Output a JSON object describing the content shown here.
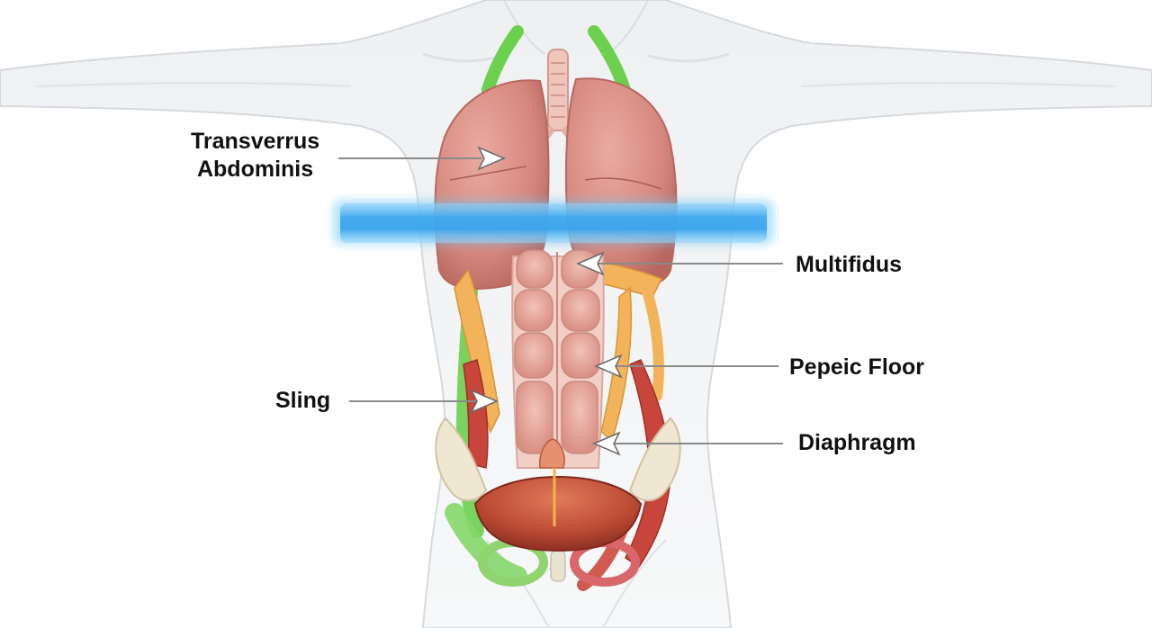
{
  "labels": {
    "transversus_line1": "Transverrus",
    "transversus_line2": "Abdominis",
    "multifidus": "Multifidus",
    "pelvic_floor": "Pepeic Floor",
    "sling": "Sling",
    "diaphragm": "Diaphragm"
  },
  "colors": {
    "background": "#ffffff",
    "body_outline": "#d9dde0",
    "lung": "#d88a82",
    "muscle": "#e0a49a",
    "oblique": "#f2b35a",
    "sling_green": "#6ccf4e",
    "red_muscle": "#c8453c",
    "pelvic_bowl": "#c2553a",
    "blue_band": "#4ab4f0",
    "leader_line": "#8a8a8a",
    "label_text": "#111111"
  },
  "icons": [
    "arrow-pointer-icon"
  ]
}
